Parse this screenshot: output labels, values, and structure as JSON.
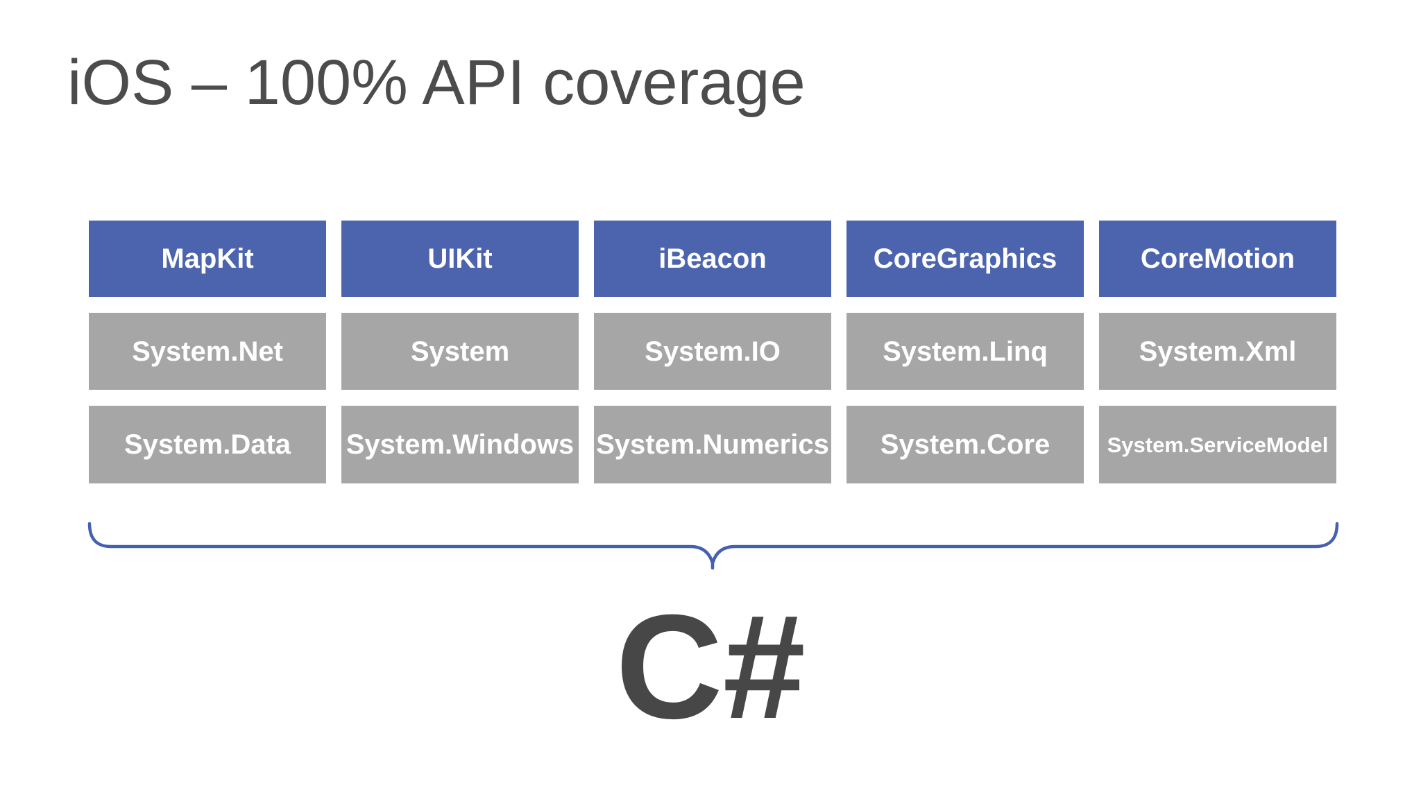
{
  "slide": {
    "title": "iOS – 100% API coverage",
    "language_label": "C#"
  },
  "grid": {
    "rows": [
      {
        "style": "api-frameworks",
        "cells": [
          "MapKit",
          "UIKit",
          "iBeacon",
          "CoreGraphics",
          "CoreMotion"
        ]
      },
      {
        "style": "namespaces-row-1",
        "cells": [
          "System.Net",
          "System",
          "System.IO",
          "System.Linq",
          "System.Xml"
        ]
      },
      {
        "style": "namespaces-row-2",
        "cells": [
          "System.Data",
          "System.Windows",
          "System.Numerics",
          "System.Core",
          "System.ServiceModel"
        ]
      }
    ]
  },
  "colors": {
    "api_box": "#4B64AD",
    "namespace_box": "#A6A6A6",
    "box_text": "#FFFFFF",
    "brace": "#4460AE",
    "title_text": "#4C4C4C",
    "language_text": "#474747",
    "background": "#FFFFFF"
  }
}
